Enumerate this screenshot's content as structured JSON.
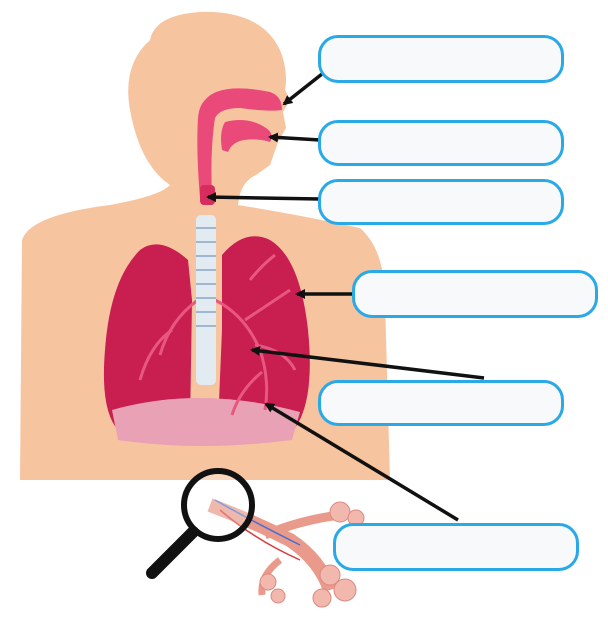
{
  "diagram": {
    "labels": [
      {
        "id": "box-1",
        "text": ""
      },
      {
        "id": "box-2",
        "text": ""
      },
      {
        "id": "box-3",
        "text": ""
      },
      {
        "id": "box-4",
        "text": ""
      },
      {
        "id": "box-5",
        "text": ""
      },
      {
        "id": "box-6",
        "text": ""
      }
    ],
    "colors": {
      "skin": "#f7c4a0",
      "lung": "#c81e50",
      "lung_light": "#e8577f",
      "diaphragm": "#e9a2b5",
      "trachea": "#e2eaf2",
      "box_border": "#29a9e6",
      "arrow": "#111111"
    },
    "icons": [
      "magnifier-icon"
    ]
  }
}
